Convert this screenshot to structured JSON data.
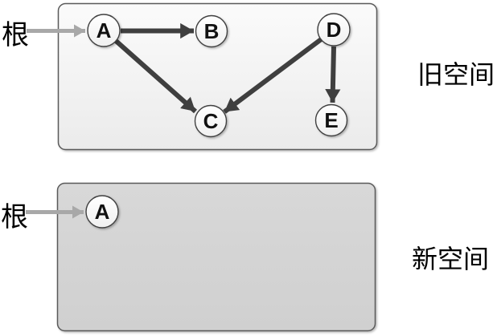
{
  "diagram": {
    "old_space": {
      "label": "旧空间",
      "root_label": "根",
      "nodes": [
        {
          "label": "A"
        },
        {
          "label": "B"
        },
        {
          "label": "C"
        },
        {
          "label": "D"
        },
        {
          "label": "E"
        }
      ],
      "edges": [
        "根→A",
        "A→B",
        "A→C",
        "D→C",
        "D→E"
      ]
    },
    "new_space": {
      "label": "新空间",
      "root_label": "根",
      "nodes": [
        {
          "label": "A"
        }
      ],
      "edges": [
        "根→A"
      ]
    },
    "colors": {
      "edge_dark": "#3f3f3f",
      "root_arrow_gray": "#a8a8a8",
      "old_space_fill_top": "#fbfbfb",
      "old_space_fill_bottom": "#ebebeb",
      "new_space_fill_top": "#d8d8d8",
      "new_space_fill_bottom": "#d0d0d0",
      "node_fill": "#ffffff",
      "box_border": "#5a5a5a",
      "node_border": "#404040",
      "text": "#000000"
    }
  }
}
